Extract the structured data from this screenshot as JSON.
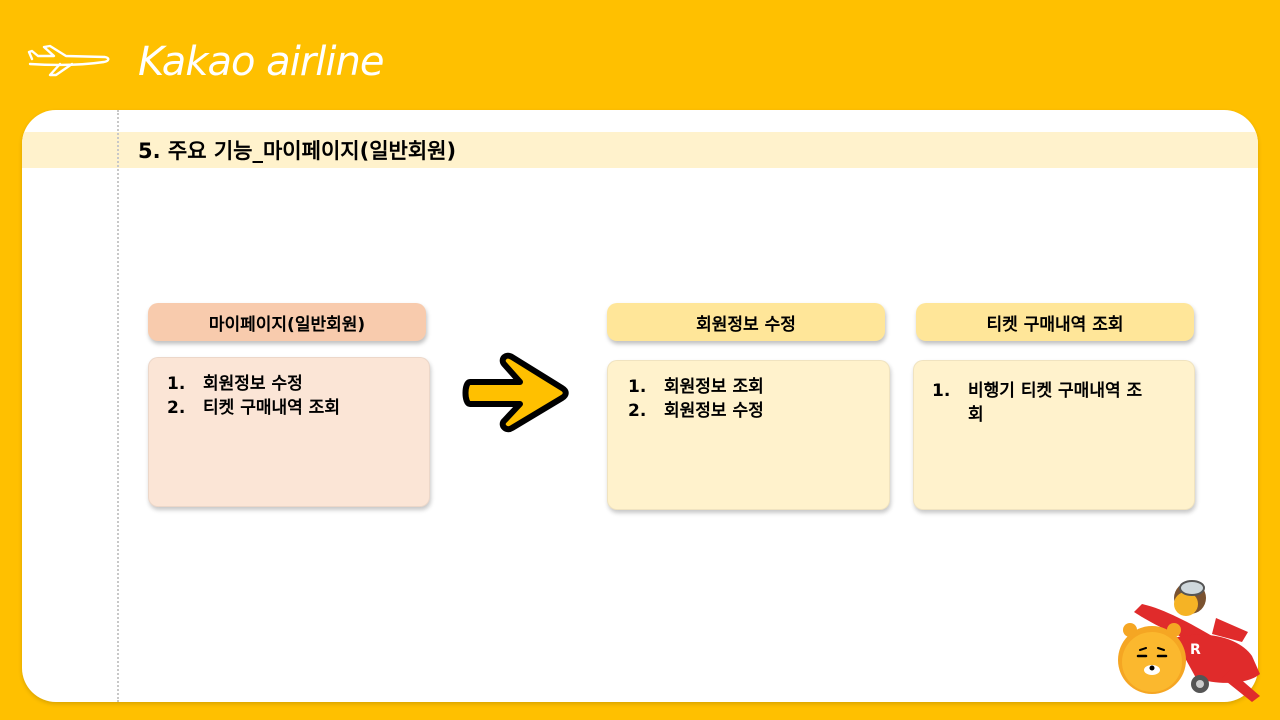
{
  "header": {
    "brand_icon": "airplane-icon",
    "title": "Kakao airline"
  },
  "section": {
    "title": "5. 주요 기능_마이페이지(일반회원)"
  },
  "boxes": [
    {
      "label": "마이페이지(일반회원)",
      "items": [
        {
          "num": "1.",
          "text": "회원정보 수정"
        },
        {
          "num": "2.",
          "text": "티켓 구매내역 조회"
        }
      ]
    },
    {
      "label": "회원정보 수정",
      "items": [
        {
          "num": "1.",
          "text": "회원정보 조회"
        },
        {
          "num": "2.",
          "text": "회원정보 수정"
        }
      ]
    },
    {
      "label": "티켓 구매내역 조회",
      "items": [
        {
          "num": "1.",
          "text": "비행기 티켓 구매내역 조회"
        }
      ]
    }
  ],
  "arrow_icon": "right-arrow-icon",
  "mascot_icon": "mascot-airplane-icon",
  "colors": {
    "background": "#FFC000",
    "panel": "#FFFFFF",
    "title_band": "#FFF2CC",
    "mypage_label": "#F8CBAD",
    "mypage_card": "#FBE5D6",
    "feature_label": "#FFE699",
    "feature_card": "#FFF2CC",
    "arrow_fill": "#FFC000"
  }
}
